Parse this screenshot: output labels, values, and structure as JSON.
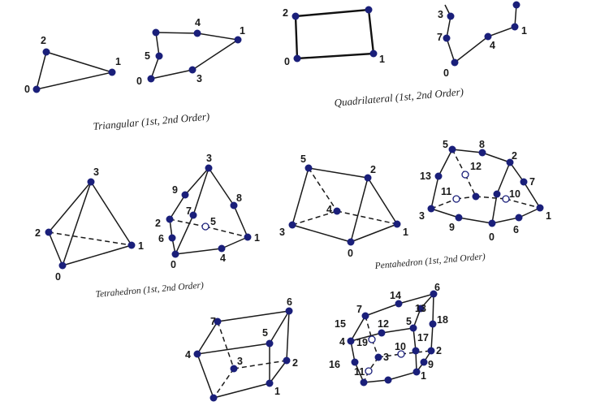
{
  "colors": {
    "node": "#1a1f7a",
    "edge": "#1a1a1a",
    "midnode_fill": "#ffffff"
  },
  "captions": {
    "triangular": "Triangular (1st, 2nd Order)",
    "quadrilateral": "Quadrilateral (1st, 2nd Order)",
    "tetrahedron": "Tetrahedron (1st, 2nd Order)",
    "pentahedron": "Pentahedron (1st, 2nd Order)"
  },
  "elements": [
    {
      "id": "triangle-1st",
      "labels": [
        "0",
        "1",
        "2"
      ]
    },
    {
      "id": "triangle-2nd",
      "labels": [
        "0",
        "1",
        "3",
        "4",
        "5"
      ]
    },
    {
      "id": "quad-1st",
      "labels": [
        "0",
        "1",
        "2"
      ]
    },
    {
      "id": "quad-2nd",
      "labels": [
        "1",
        "3",
        "4",
        "7",
        "0"
      ]
    },
    {
      "id": "tetra-1st",
      "labels": [
        "0",
        "1",
        "2",
        "3"
      ]
    },
    {
      "id": "tetra-2nd",
      "labels": [
        "0",
        "1",
        "2",
        "3",
        "4",
        "5",
        "6",
        "7",
        "8",
        "9"
      ]
    },
    {
      "id": "penta-1st",
      "labels": [
        "0",
        "1",
        "2",
        "3",
        "4",
        "5"
      ]
    },
    {
      "id": "penta-2nd",
      "labels": [
        "0",
        "1",
        "2",
        "3",
        "5",
        "6",
        "7",
        "8",
        "9",
        "10",
        "11",
        "12",
        "13"
      ]
    },
    {
      "id": "hexa-1st",
      "labels": [
        "1",
        "2",
        "3",
        "4",
        "5",
        "6",
        "7"
      ]
    },
    {
      "id": "hexa-2nd",
      "labels": [
        "1",
        "2",
        "3",
        "4",
        "5",
        "6",
        "7",
        "9",
        "10",
        "11",
        "12",
        "13",
        "14",
        "15",
        "16",
        "17",
        "18",
        "19"
      ]
    }
  ]
}
